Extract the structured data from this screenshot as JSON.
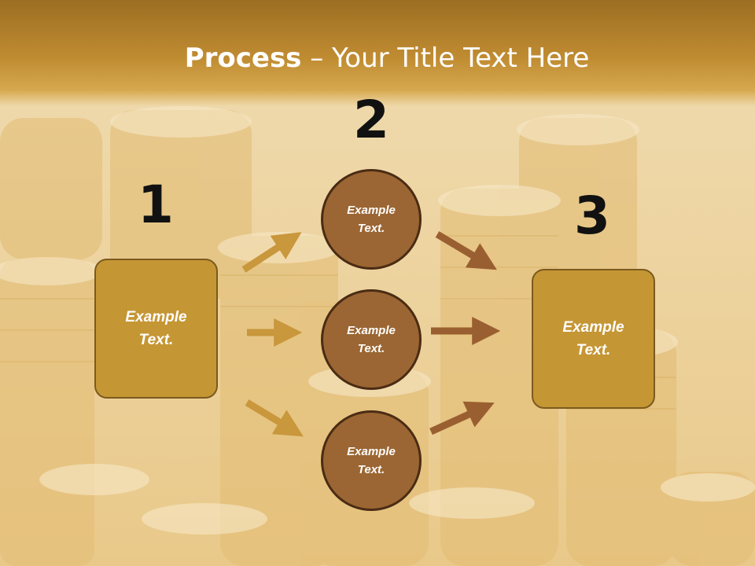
{
  "title": {
    "bold": "Process",
    "rest": " – Your Title Text Here"
  },
  "steps": [
    {
      "number": "1",
      "text": "Example\nText."
    },
    {
      "number": "2",
      "text": "Example\nText."
    },
    {
      "number": "3",
      "text": "Example\nText."
    }
  ],
  "circles": [
    {
      "text": "Example\nText."
    },
    {
      "text": "Example\nText."
    },
    {
      "text": "Example\nText."
    }
  ],
  "colors": {
    "header": "#c08c32",
    "box_fill": "#c59634",
    "circle_fill": "#9b6633",
    "arrow_left": "#c9973c",
    "arrow_right": "#9a5f30"
  },
  "background_icon": "coin-stacks-icon"
}
